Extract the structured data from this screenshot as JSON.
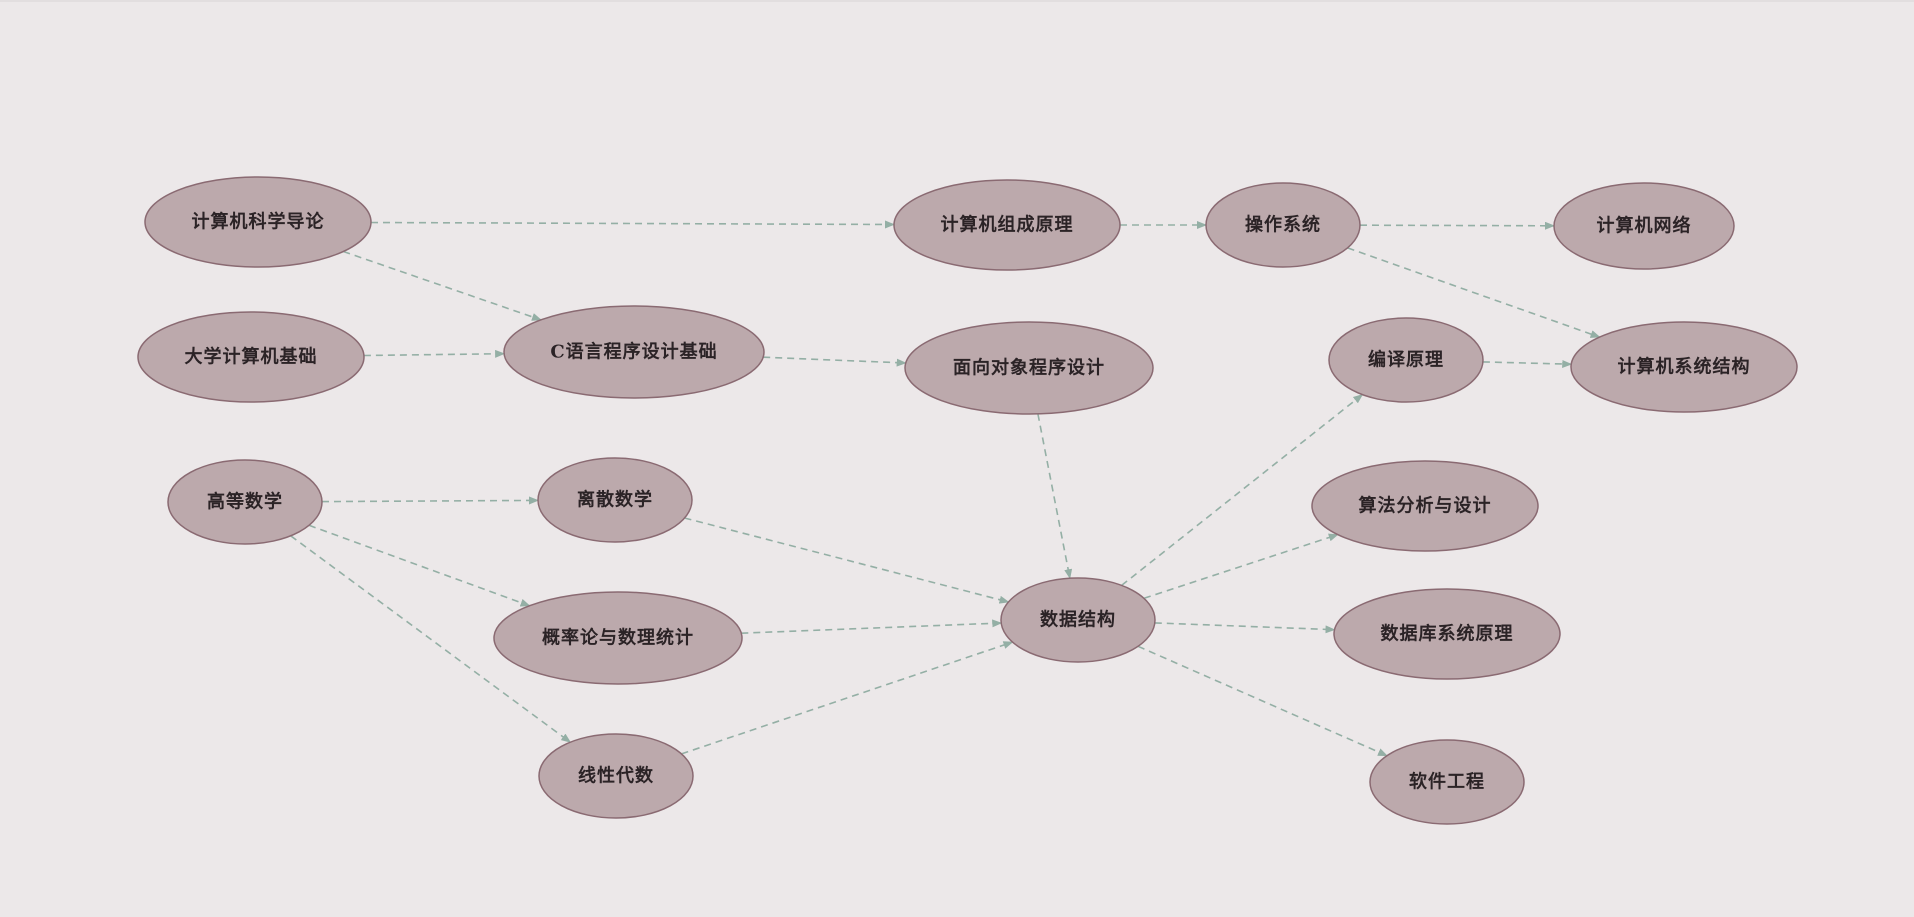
{
  "diagram": {
    "colors": {
      "background": "#ece8e9",
      "node_fill": "#bca9ac",
      "node_stroke": "#8a6a72",
      "edge": "#94afa5",
      "text": "#2b2326"
    },
    "nodes": [
      {
        "id": "intro_cs",
        "label": "计算机科学导论"
      },
      {
        "id": "college_cs_basics",
        "label": "大学计算机基础"
      },
      {
        "id": "c_programming",
        "label": "C语言程序设计基础"
      },
      {
        "id": "computer_organization",
        "label": "计算机组成原理"
      },
      {
        "id": "operating_systems",
        "label": "操作系统"
      },
      {
        "id": "computer_networks",
        "label": "计算机网络"
      },
      {
        "id": "oop",
        "label": "面向对象程序设计"
      },
      {
        "id": "compiler_principles",
        "label": "编译原理"
      },
      {
        "id": "computer_architecture",
        "label": "计算机系统结构"
      },
      {
        "id": "advanced_math",
        "label": "高等数学"
      },
      {
        "id": "discrete_math",
        "label": "离散数学"
      },
      {
        "id": "algorithms",
        "label": "算法分析与设计"
      },
      {
        "id": "probability_statistics",
        "label": "概率论与数理统计"
      },
      {
        "id": "data_structures",
        "label": "数据结构"
      },
      {
        "id": "database_principles",
        "label": "数据库系统原理"
      },
      {
        "id": "linear_algebra",
        "label": "线性代数"
      },
      {
        "id": "software_engineering",
        "label": "软件工程"
      }
    ],
    "edges": [
      {
        "from": "intro_cs",
        "to": "computer_organization"
      },
      {
        "from": "intro_cs",
        "to": "c_programming"
      },
      {
        "from": "college_cs_basics",
        "to": "c_programming"
      },
      {
        "from": "computer_organization",
        "to": "operating_systems"
      },
      {
        "from": "operating_systems",
        "to": "computer_networks"
      },
      {
        "from": "operating_systems",
        "to": "computer_architecture"
      },
      {
        "from": "compiler_principles",
        "to": "computer_architecture"
      },
      {
        "from": "c_programming",
        "to": "oop"
      },
      {
        "from": "oop",
        "to": "data_structures"
      },
      {
        "from": "advanced_math",
        "to": "discrete_math"
      },
      {
        "from": "advanced_math",
        "to": "probability_statistics"
      },
      {
        "from": "advanced_math",
        "to": "linear_algebra"
      },
      {
        "from": "discrete_math",
        "to": "data_structures"
      },
      {
        "from": "probability_statistics",
        "to": "data_structures"
      },
      {
        "from": "linear_algebra",
        "to": "data_structures"
      },
      {
        "from": "data_structures",
        "to": "compiler_principles"
      },
      {
        "from": "data_structures",
        "to": "algorithms"
      },
      {
        "from": "data_structures",
        "to": "database_principles"
      },
      {
        "from": "data_structures",
        "to": "software_engineering"
      }
    ]
  }
}
